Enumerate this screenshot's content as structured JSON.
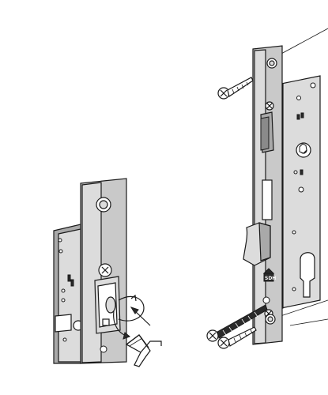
{
  "figure": {
    "logo_text": "SDH",
    "colors": {
      "line": "#1a1a1a",
      "metal": "#c9c9c9",
      "metal_light": "#dcdcdc",
      "metal_dark": "#a9a9a9"
    },
    "components": [
      "detail-lock-body",
      "allen-key",
      "rotation-arrow",
      "main-lock-body",
      "faceplate",
      "latch-bolt",
      "deadbolt",
      "cylinder-cutout",
      "screw-top",
      "screw-bottom",
      "fixing-screw-long"
    ]
  }
}
